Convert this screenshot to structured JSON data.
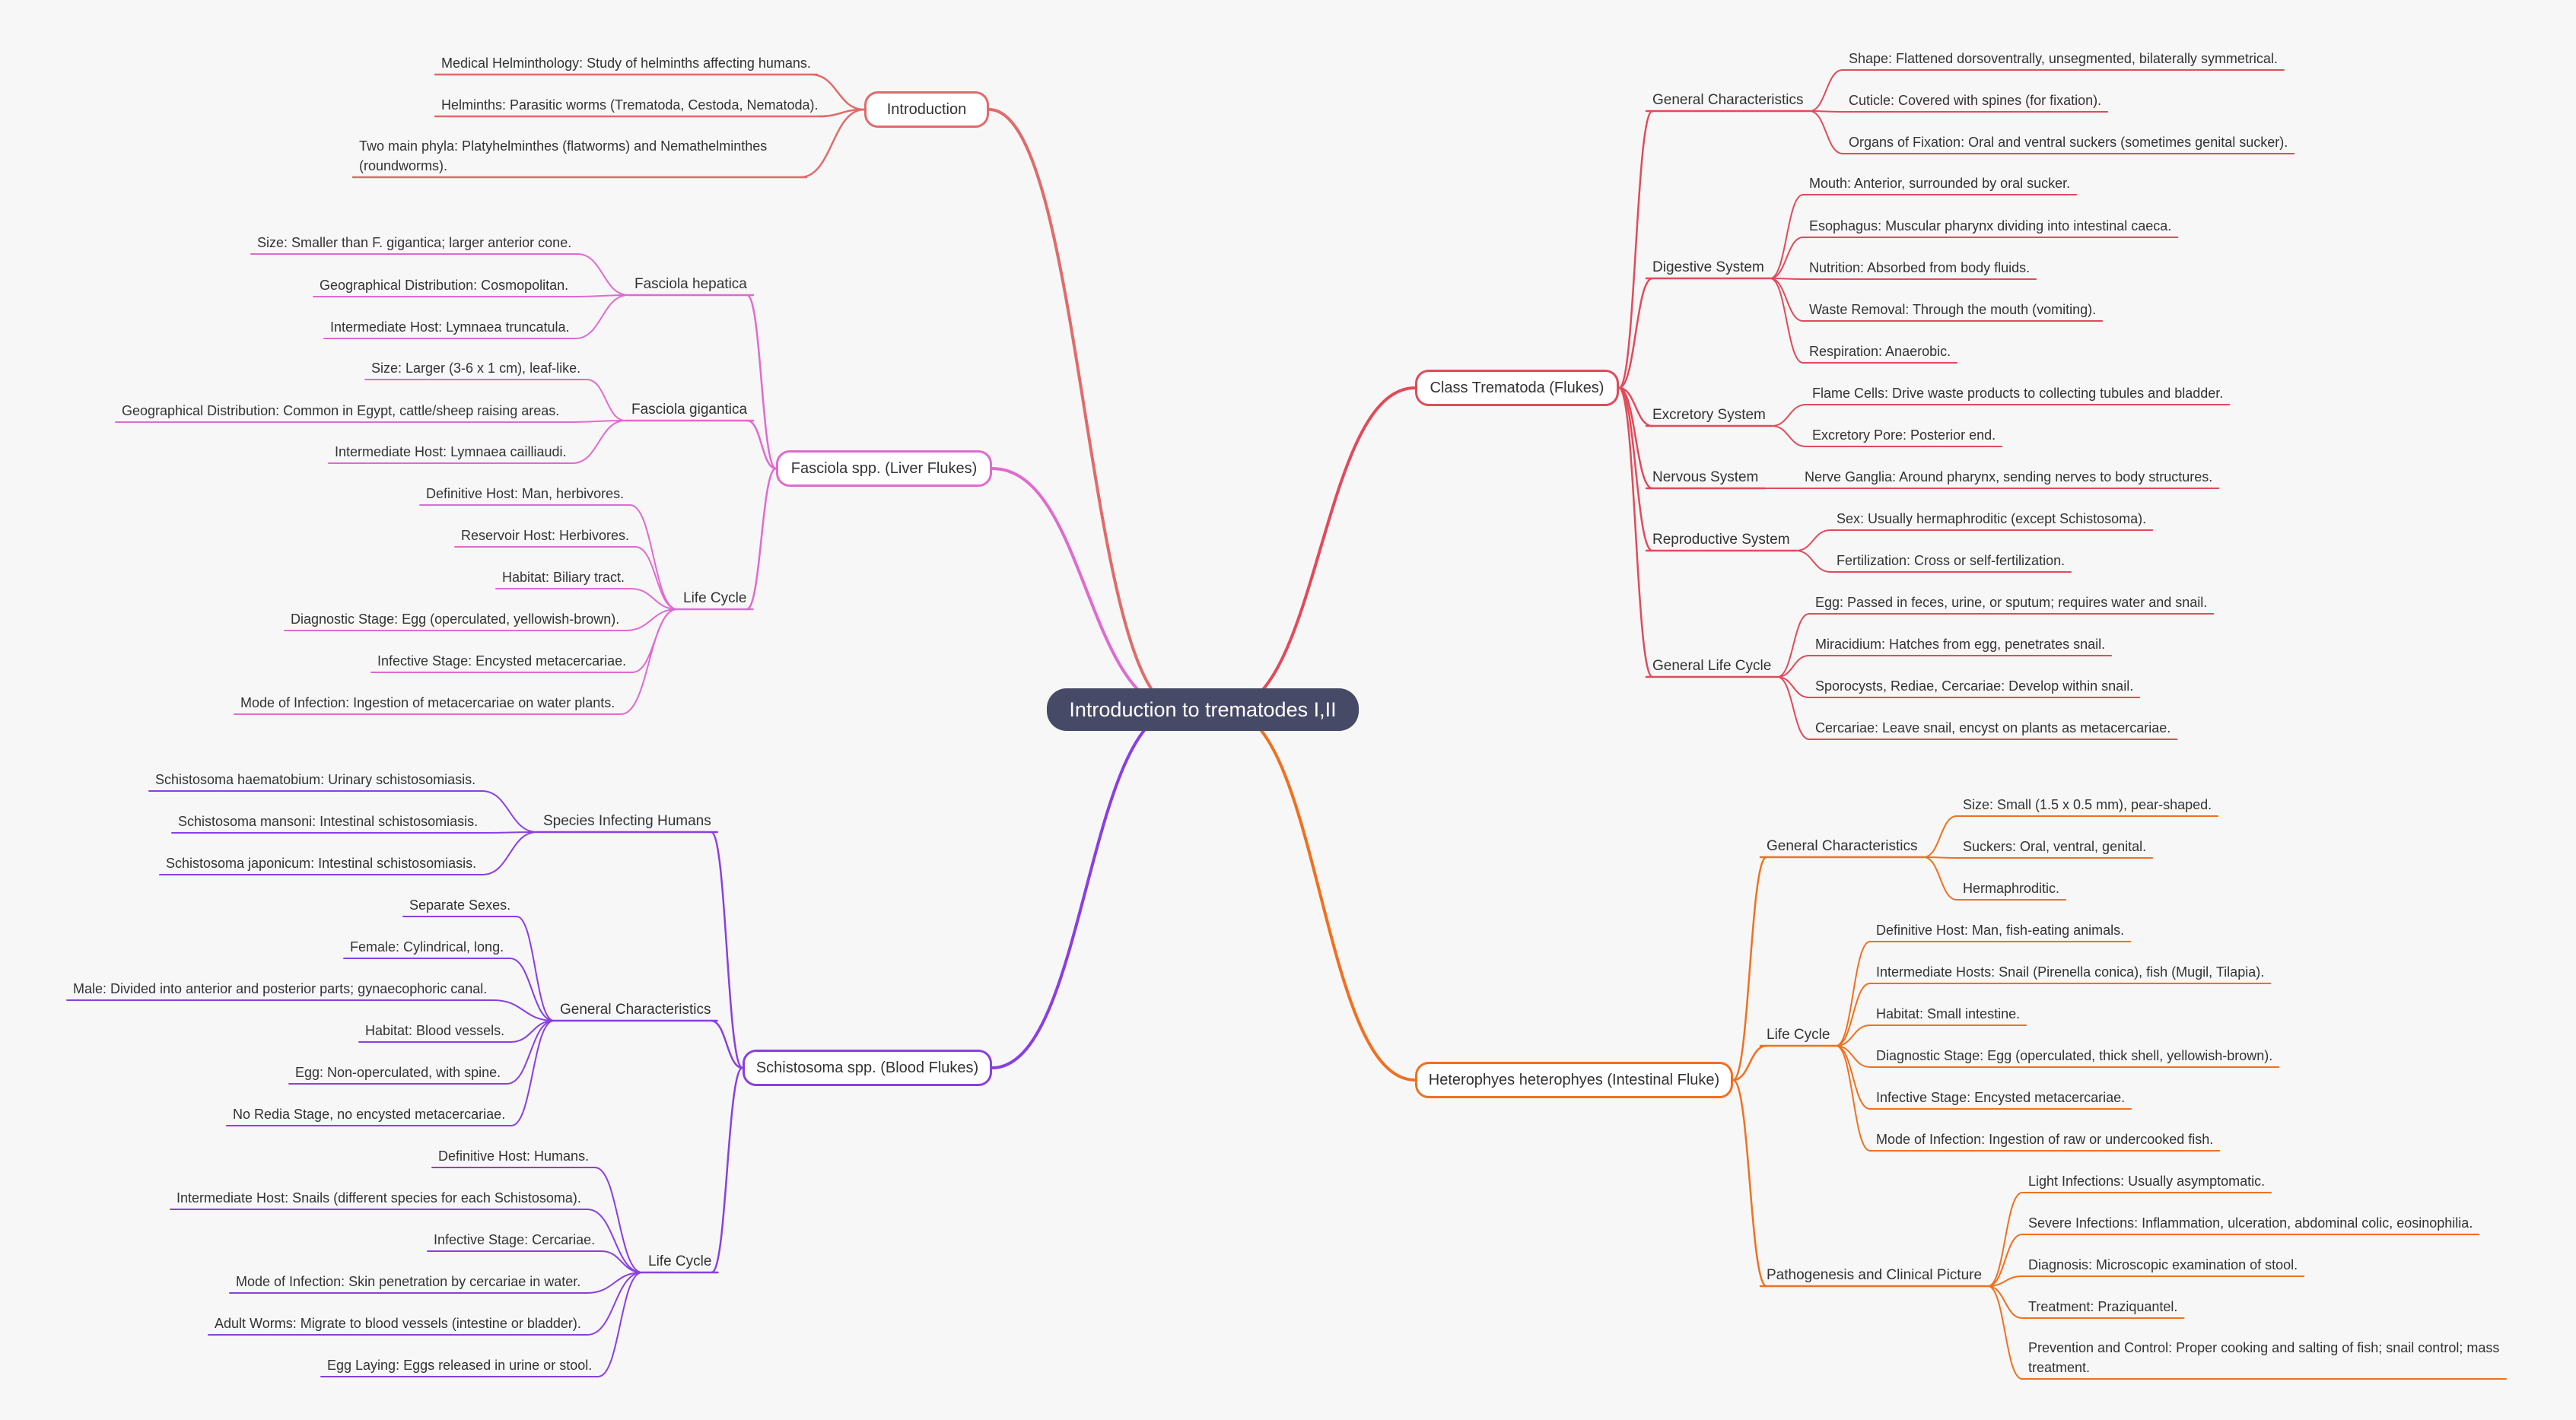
{
  "root": {
    "label": "Introduction to trematodes I,II"
  },
  "colors": {
    "introduction": "#e06b6b",
    "fasciola": "#e06ad0",
    "schistosoma": "#8a3fe0",
    "trematoda": "#e04b5a",
    "heterophyes": "#f07020"
  },
  "branches": [
    {
      "id": "introduction",
      "label": "Introduction",
      "children": [
        {
          "label": "Medical Helminthology: Study of helminths affecting humans."
        },
        {
          "label": "Helminths: Parasitic worms (Trematoda, Cestoda, Nematoda)."
        },
        {
          "label": "Two main phyla: Platyhelminthes (flatworms) and Nemathelminthes (roundworms)."
        }
      ]
    },
    {
      "id": "fasciola",
      "label": "Fasciola spp. (Liver Flukes)",
      "children": [
        {
          "label": "Fasciola hepatica",
          "children": [
            {
              "label": "Size: Smaller than F. gigantica; larger anterior cone."
            },
            {
              "label": "Geographical Distribution: Cosmopolitan."
            },
            {
              "label": "Intermediate Host: Lymnaea truncatula."
            }
          ]
        },
        {
          "label": "Fasciola gigantica",
          "children": [
            {
              "label": "Size: Larger (3-6 x 1 cm), leaf-like."
            },
            {
              "label": "Geographical Distribution: Common in Egypt, cattle/sheep raising areas."
            },
            {
              "label": "Intermediate Host: Lymnaea cailliaudi."
            }
          ]
        },
        {
          "label": "Life Cycle",
          "children": [
            {
              "label": "Definitive Host: Man, herbivores."
            },
            {
              "label": "Reservoir Host: Herbivores."
            },
            {
              "label": "Habitat: Biliary tract."
            },
            {
              "label": "Diagnostic Stage: Egg (operculated, yellowish-brown)."
            },
            {
              "label": "Infective Stage: Encysted metacercariae."
            },
            {
              "label": "Mode of Infection: Ingestion of metacercariae on water plants."
            }
          ]
        }
      ]
    },
    {
      "id": "schistosoma",
      "label": "Schistosoma spp. (Blood Flukes)",
      "children": [
        {
          "label": "Species Infecting Humans",
          "children": [
            {
              "label": "Schistosoma haematobium: Urinary schistosomiasis."
            },
            {
              "label": "Schistosoma mansoni: Intestinal schistosomiasis."
            },
            {
              "label": "Schistosoma japonicum: Intestinal schistosomiasis."
            }
          ]
        },
        {
          "label": "General Characteristics",
          "children": [
            {
              "label": "Separate Sexes."
            },
            {
              "label": "Female: Cylindrical, long."
            },
            {
              "label": "Male: Divided into anterior and posterior parts; gynaecophoric canal."
            },
            {
              "label": "Habitat: Blood vessels."
            },
            {
              "label": "Egg: Non-operculated, with spine."
            },
            {
              "label": "No Redia Stage, no encysted metacercariae."
            }
          ]
        },
        {
          "label": "Life Cycle",
          "children": [
            {
              "label": "Definitive Host: Humans."
            },
            {
              "label": "Intermediate Host: Snails (different species for each Schistosoma)."
            },
            {
              "label": "Infective Stage: Cercariae."
            },
            {
              "label": "Mode of Infection: Skin penetration by cercariae in water."
            },
            {
              "label": "Adult Worms: Migrate to blood vessels (intestine or bladder)."
            },
            {
              "label": "Egg Laying: Eggs released in urine or stool."
            }
          ]
        }
      ]
    },
    {
      "id": "trematoda",
      "label": "Class Trematoda (Flukes)",
      "children": [
        {
          "label": "General Characteristics",
          "children": [
            {
              "label": "Shape: Flattened dorsoventrally, unsegmented, bilaterally symmetrical."
            },
            {
              "label": "Cuticle: Covered with spines (for fixation)."
            },
            {
              "label": "Organs of Fixation: Oral and ventral suckers (sometimes genital sucker)."
            }
          ]
        },
        {
          "label": "Digestive System",
          "children": [
            {
              "label": "Mouth: Anterior, surrounded by oral sucker."
            },
            {
              "label": "Esophagus: Muscular pharynx dividing into intestinal caeca."
            },
            {
              "label": "Nutrition: Absorbed from body fluids."
            },
            {
              "label": "Waste Removal: Through the mouth (vomiting)."
            },
            {
              "label": "Respiration: Anaerobic."
            }
          ]
        },
        {
          "label": "Excretory System",
          "children": [
            {
              "label": "Flame Cells: Drive waste products to collecting tubules and bladder."
            },
            {
              "label": "Excretory Pore: Posterior end."
            }
          ]
        },
        {
          "label": "Nervous System",
          "children": [
            {
              "label": "Nerve Ganglia: Around pharynx, sending nerves to body structures."
            }
          ]
        },
        {
          "label": "Reproductive System",
          "children": [
            {
              "label": "Sex: Usually hermaphroditic (except Schistosoma)."
            },
            {
              "label": "Fertilization: Cross or self-fertilization."
            }
          ]
        },
        {
          "label": "General Life Cycle",
          "children": [
            {
              "label": "Egg: Passed in feces, urine, or sputum; requires water and snail."
            },
            {
              "label": "Miracidium: Hatches from egg, penetrates snail."
            },
            {
              "label": "Sporocysts, Rediae, Cercariae: Develop within snail."
            },
            {
              "label": "Cercariae: Leave snail, encyst on plants as metacercariae."
            }
          ]
        }
      ]
    },
    {
      "id": "heterophyes",
      "label": "Heterophyes heterophyes (Intestinal Fluke)",
      "children": [
        {
          "label": "General Characteristics",
          "children": [
            {
              "label": "Size: Small (1.5 x 0.5 mm), pear-shaped."
            },
            {
              "label": "Suckers: Oral, ventral, genital."
            },
            {
              "label": "Hermaphroditic."
            }
          ]
        },
        {
          "label": "Life Cycle",
          "children": [
            {
              "label": "Definitive Host: Man, fish-eating animals."
            },
            {
              "label": "Intermediate Hosts: Snail (Pirenella conica), fish (Mugil, Tilapia)."
            },
            {
              "label": "Habitat: Small intestine."
            },
            {
              "label": "Diagnostic Stage: Egg (operculated, thick shell, yellowish-brown)."
            },
            {
              "label": "Infective Stage: Encysted metacercariae."
            },
            {
              "label": "Mode of Infection: Ingestion of raw or undercooked fish."
            }
          ]
        },
        {
          "label": "Pathogenesis and Clinical Picture",
          "children": [
            {
              "label": "Light Infections: Usually asymptomatic."
            },
            {
              "label": "Severe Infections: Inflammation, ulceration, abdominal colic, eosinophilia."
            },
            {
              "label": "Diagnosis: Microscopic examination of stool."
            },
            {
              "label": "Treatment: Praziquantel."
            },
            {
              "label": "Prevention and Control: Proper cooking and salting of fish; snail control; mass treatment."
            }
          ]
        }
      ]
    }
  ]
}
